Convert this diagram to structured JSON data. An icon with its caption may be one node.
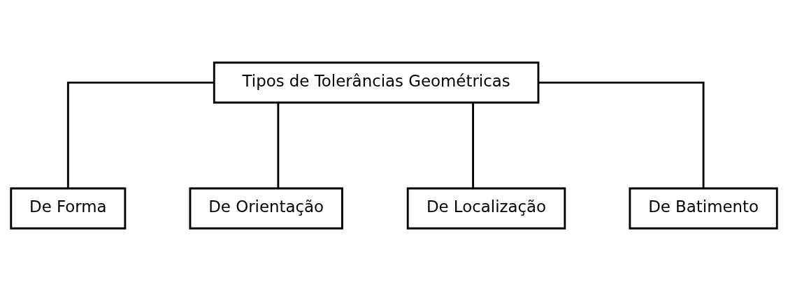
{
  "diagram": {
    "nodes": [
      {
        "text": [
          "Tipos de Tolerâncias Geométricas"
        ]
      },
      {
        "text": [
          "De Forma"
        ]
      },
      {
        "text": [
          "De Orientação"
        ]
      },
      {
        "text": [
          "De Localização"
        ]
      },
      {
        "text": [
          "De Batimento"
        ]
      }
    ],
    "edges": [
      {
        "from": 0,
        "to": 1,
        "arrow": "none"
      },
      {
        "from": 0,
        "to": 2,
        "arrow": "none"
      },
      {
        "from": 0,
        "to": 3,
        "arrow": "none"
      },
      {
        "from": 0,
        "to": 4,
        "arrow": "none"
      }
    ]
  }
}
